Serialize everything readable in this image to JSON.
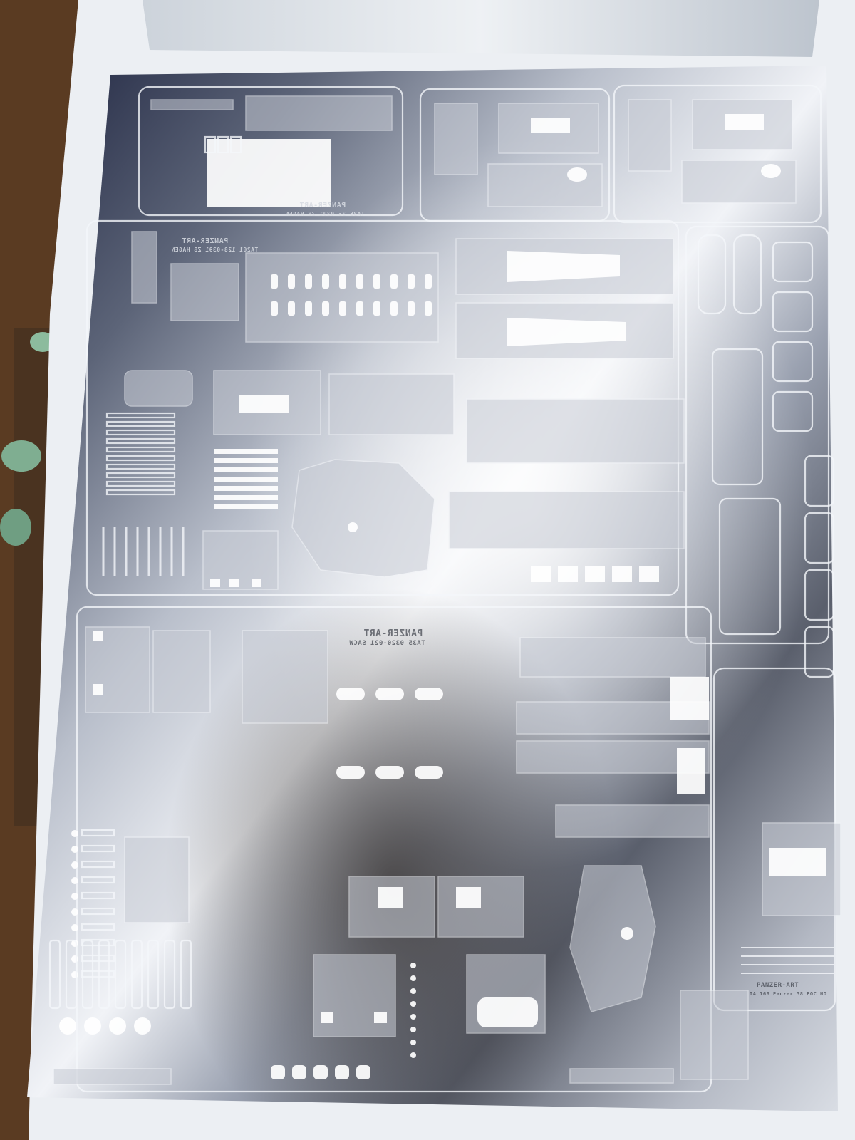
{
  "image": {
    "subject": "photo-etched-fret",
    "colors": {
      "cardboard": "#6b4a2e",
      "backing_card": "#eceff3",
      "plastic_bag": "#cfd6de",
      "metal_dark": "#1f2540",
      "metal_mid": "#8d93a3",
      "metal_light": "#e4e7ee",
      "metal_highlight": "#ffffff",
      "foam": "#7fae91"
    }
  },
  "labels": {
    "fret_a": "PANZER-ART",
    "fret_a_code": "TA35 35-0391 ZB HAGEN",
    "fret_b": "PANZER-ART",
    "fret_b_code": "TA261 128-0391 ZB HAGEN",
    "fret_c": "PANZER-ART",
    "fret_c_code": "TA35 0320-021 SACW",
    "fret_d": "PANZER-ART",
    "fret_d_code": "TA 166 Panzer 38 FOC HO"
  }
}
